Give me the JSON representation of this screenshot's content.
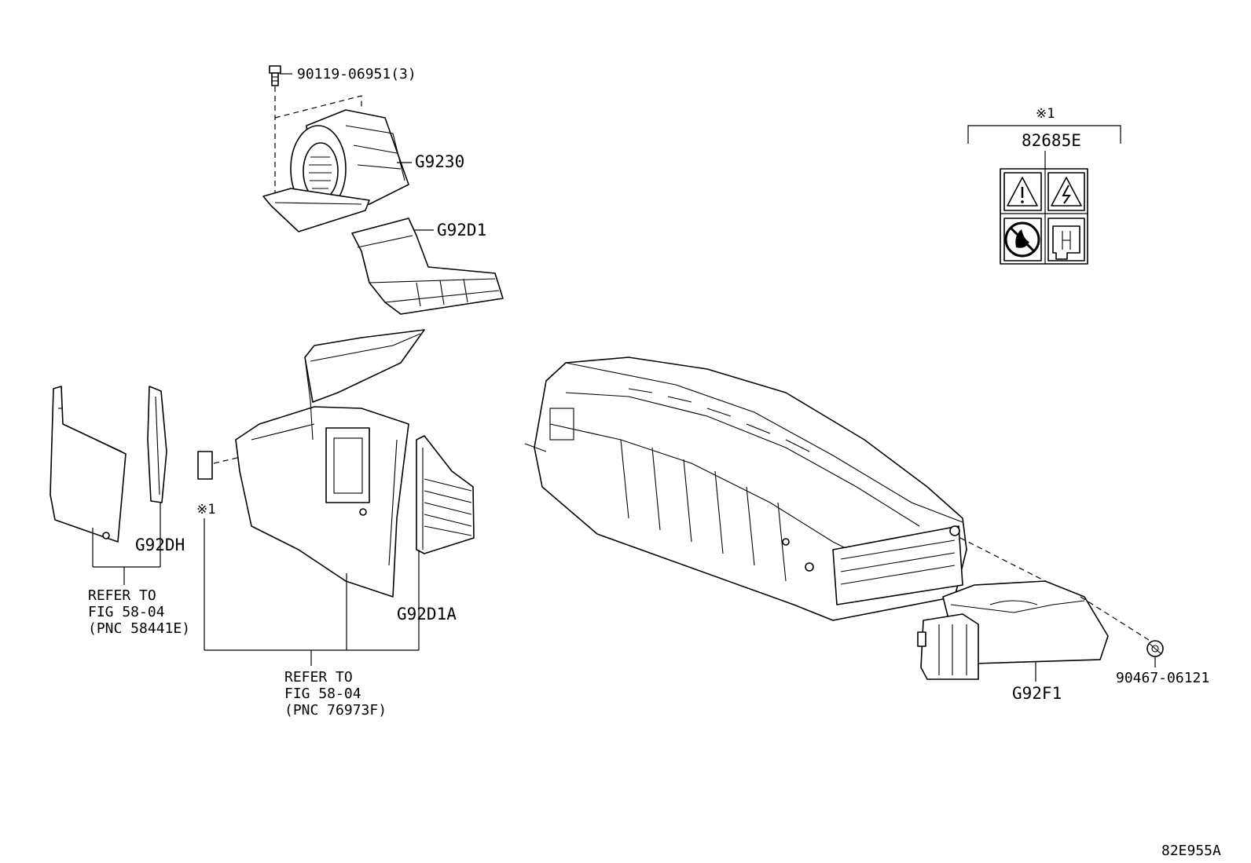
{
  "diagram": {
    "labels": {
      "bolt": "90119-06951(3)",
      "blower": "G9230",
      "duct_upper": "G92D1",
      "label_mark_top": "※1",
      "caution_label": "82685E",
      "panel_mark": "※1",
      "cover_left": "G92DH",
      "duct_lower": "G92D1A",
      "battery_cover": "G92F1",
      "clip": "90467-06121",
      "figure_id": "82E955A"
    },
    "refer_left": {
      "line1": "REFER TO",
      "line2": "FIG 58-04",
      "line3": "(PNC 58441E)"
    },
    "refer_center": {
      "line1": "REFER TO",
      "line2": "FIG 58-04",
      "line3": "(PNC 76973F)"
    },
    "icons": [
      "warning-triangle-icon",
      "high-voltage-icon",
      "no-disassembly-icon",
      "manual-icon"
    ]
  }
}
